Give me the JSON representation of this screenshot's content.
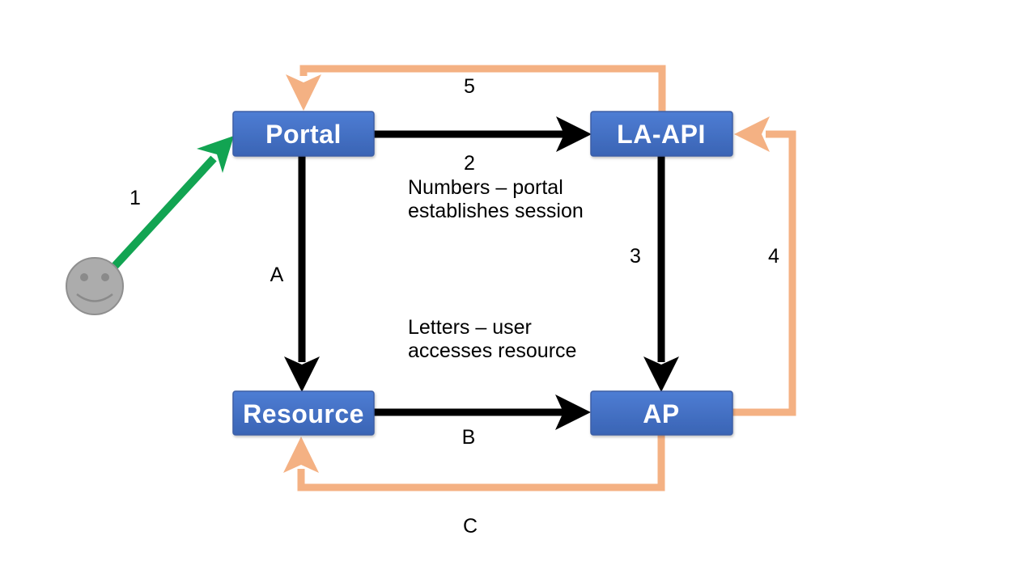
{
  "diagram": {
    "nodes": {
      "portal": {
        "label": "Portal"
      },
      "la_api": {
        "label": "LA-API"
      },
      "resource": {
        "label": "Resource"
      },
      "ap": {
        "label": "AP"
      }
    },
    "edges": {
      "e1": {
        "label": "1"
      },
      "e2": {
        "label": "2"
      },
      "e3": {
        "label": "3"
      },
      "e4": {
        "label": "4"
      },
      "e5": {
        "label": "5"
      },
      "eA": {
        "label": "A"
      },
      "eB": {
        "label": "B"
      },
      "eC": {
        "label": "C"
      }
    },
    "annotations": {
      "numbers": {
        "line1": "Numbers – portal",
        "line2": "establishes session"
      },
      "letters": {
        "line1": "Letters – user",
        "line2": "accesses resource"
      }
    },
    "colors": {
      "node_gradient_top": "#4E7DD4",
      "node_gradient_bottom": "#3A64B4",
      "node_border": "#3C5FA6",
      "node_text": "#FFFFFF",
      "edge_black": "#000000",
      "edge_orange": "#F4B183",
      "edge_green": "#12A452",
      "smiley_fill": "#ACACAC",
      "smiley_outline": "#8F8F8F",
      "smiley_features": "#8A8A8A",
      "label_text": "#000000"
    }
  }
}
